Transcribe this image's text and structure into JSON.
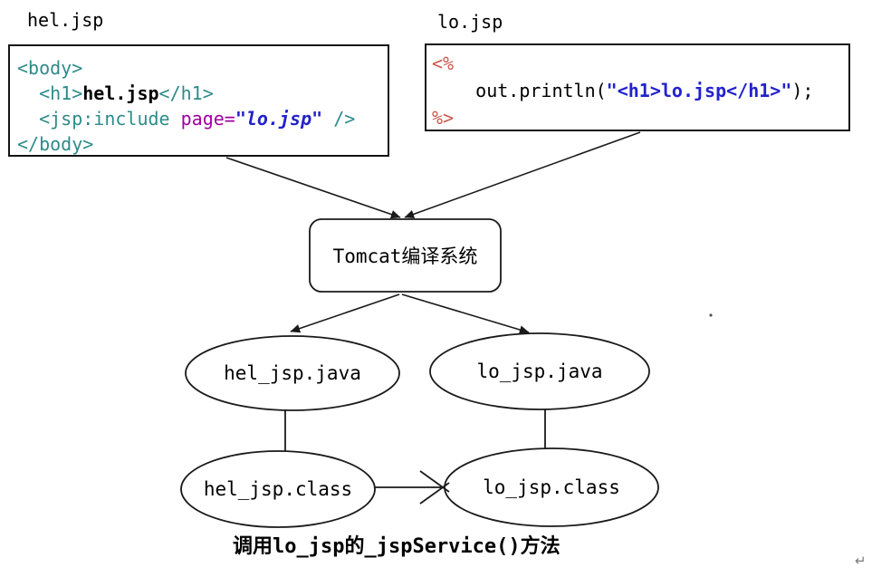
{
  "files": {
    "hel": {
      "label": "hel.jsp",
      "code": {
        "l1": {
          "t0": "<body>"
        },
        "l2": {
          "t0": "  <h1>",
          "t1": "hel.jsp",
          "t2": "</h1>"
        },
        "l3": {
          "t0": "  <jsp:include ",
          "t1": "page=",
          "t2": "\"lo.jsp\"",
          "t3": " />"
        },
        "l4": {
          "t0": "</body>"
        }
      }
    },
    "lo": {
      "label": "lo.jsp",
      "code": {
        "l1": {
          "t0": "<%"
        },
        "l2": {
          "t0": "    out.println(",
          "t1": "\"<h1>lo.jsp</h1>\"",
          "t2": ");"
        },
        "l3": {
          "t0": "%>"
        }
      }
    }
  },
  "compiler": {
    "label": "Tomcat编译系统"
  },
  "nodes": {
    "hel_java": {
      "label": "hel_jsp.java"
    },
    "lo_java": {
      "label": "lo_jsp.java"
    },
    "hel_class": {
      "label": "hel_jsp.class"
    },
    "lo_class": {
      "label": "lo_jsp.class"
    }
  },
  "caption": "调用lo_jsp的_jspService()方法",
  "return_mark": "↵",
  "colors": {
    "tag": "#2E8B8B",
    "attribute": "#A000A0",
    "string": "#2222CC",
    "scriptlet_delim": "#C9594A",
    "plain_text": "#000000",
    "line": "#1A1A1A",
    "background": "#FFFFFF"
  }
}
